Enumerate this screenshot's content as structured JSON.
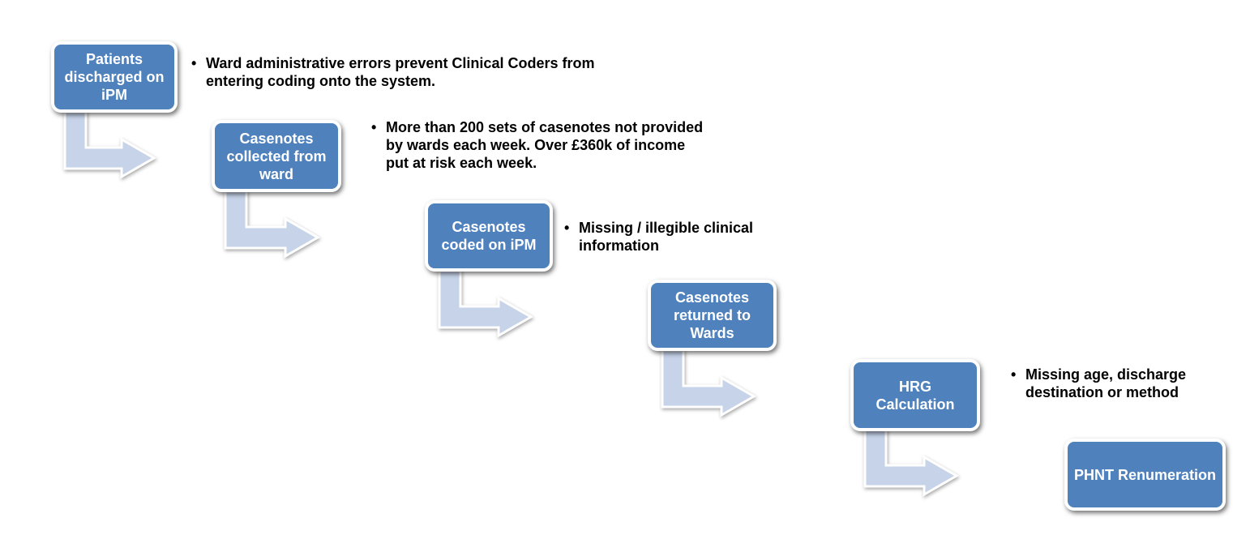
{
  "colors": {
    "box_fill": "#4f81bd",
    "box_border": "#ffffff",
    "arrow_fill": "#c6d3e8",
    "text": "#000000"
  },
  "bullet_char": "•",
  "steps": [
    {
      "label": "Patients discharged on iPM"
    },
    {
      "label": "Casenotes collected from ward"
    },
    {
      "label": "Casenotes coded on iPM"
    },
    {
      "label": "Casenotes returned to Wards"
    },
    {
      "label": "HRG Calculation"
    },
    {
      "label": "PHNT Renumeration"
    }
  ],
  "notes": [
    {
      "text": "Ward administrative errors prevent Clinical Coders from entering coding onto the system."
    },
    {
      "text": "More than 200 sets of casenotes not provided by wards each week. Over £360k of income put at risk each week."
    },
    {
      "text": "Missing / illegible clinical information"
    },
    {
      "text": "Missing age, discharge destination or method"
    }
  ]
}
